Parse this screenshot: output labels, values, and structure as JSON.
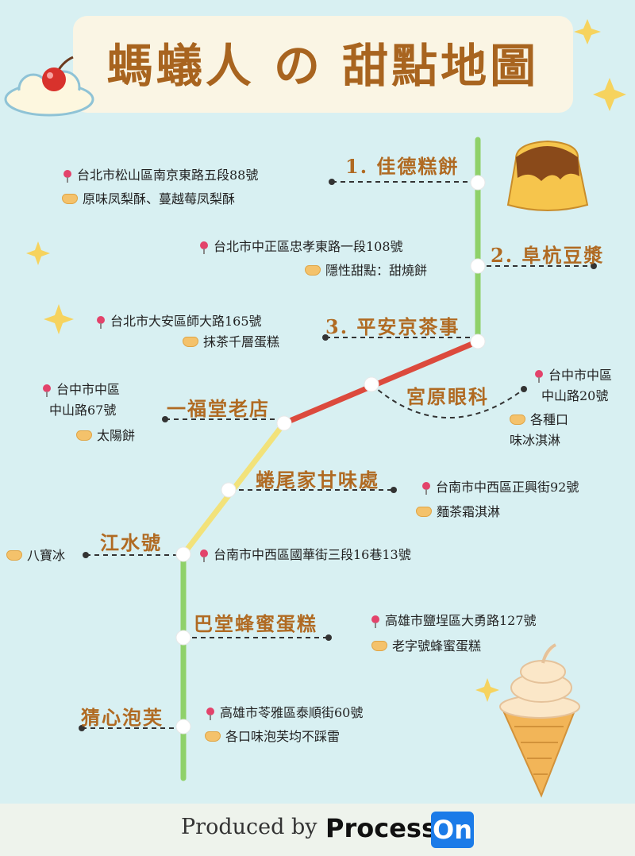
{
  "title": "螞蟻人 の 甜點地圖",
  "stations": [
    {
      "name": "1. 佳德糕餅",
      "address": "台北市松山區南京東路五段88號",
      "item": "原味凤梨酥、蔓越莓凤梨酥"
    },
    {
      "name": "2. 阜杭豆漿",
      "address": "台北市中正區忠孝東路一段108號",
      "item": "隱性甜點：甜燒餅"
    },
    {
      "name": "3. 平安京茶事",
      "address": "台北市大安區師大路165號",
      "item": "抹茶千層蛋糕"
    },
    {
      "name": "宮原眼科",
      "address_line1": "台中市中區",
      "address_line2": "中山路20號",
      "item_line1": "各種口",
      "item_line2": "味冰淇淋"
    },
    {
      "name": "一福堂老店",
      "address_line1": "台中市中區",
      "address_line2": "中山路67號",
      "item": "太陽餅"
    },
    {
      "name": "蜷尾家甘味處",
      "address": "台南市中西區正興街92號",
      "item": "麵茶霜淇淋"
    },
    {
      "name": "江水號",
      "address": "台南市中西區國華街三段16巷13號",
      "item": "八寶冰"
    },
    {
      "name": "巴堂蜂蜜蛋糕",
      "address": "高雄市鹽埕區大勇路127號",
      "item": "老字號蜂蜜蛋糕"
    },
    {
      "name": "猜心泡芙",
      "address": "高雄市苓雅區泰順街60號",
      "item": "各口味泡芙均不踩雷"
    }
  ],
  "line_colors": {
    "green": "#8fd16a",
    "red": "#dc4a3d",
    "yellow": "#f2e27a",
    "title": "#a8641f",
    "station": "#b06a22"
  },
  "icons": [
    "cherry-cloud-icon",
    "pudding-icon",
    "ice-cream-icon",
    "sparkle-icon",
    "pin-icon",
    "heart-hands-icon"
  ],
  "footer": {
    "produced_by": "Produced by",
    "brand_process": "Process",
    "brand_on": "On"
  }
}
